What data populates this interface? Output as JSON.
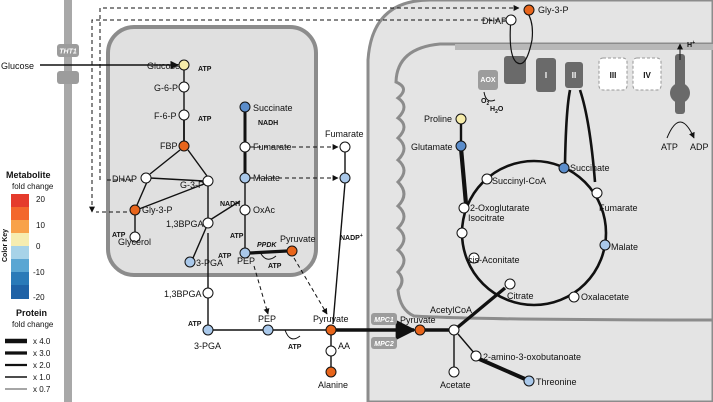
{
  "colors": {
    "up_strong": "#e8651b",
    "up_light": "#f6ecaa",
    "down": "#5b8dcb",
    "down_light": "#a9c8ea",
    "neutral": "#ffffff",
    "compartment_fill": "#d0d0d0",
    "inner_fill": "#e6e6e6",
    "complex_fill": "#6a6a6a"
  },
  "legend": {
    "metabolite_title": "Metabolite",
    "metabolite_sub": "fold change",
    "color_key": "Color Key",
    "ticks": [
      "20",
      "10",
      "0",
      "-10",
      "-20"
    ],
    "protein_title": "Protein",
    "protein_sub": "fold change",
    "widths": [
      "x 4.0",
      "x 3.0",
      "x 2.0",
      "x 1.0",
      "x 0.7"
    ]
  },
  "transporters": {
    "tht1": "THT1",
    "mpc1": "MPC1",
    "mpc2": "MPC2",
    "aox": "AOX"
  },
  "complexes": {
    "c1": "I",
    "c2": "II",
    "c3": "III",
    "c4": "IV"
  },
  "cofactors": {
    "atp": "ATP",
    "nadh": "NADH",
    "nadp": "NADP",
    "nadp_sup": "+",
    "ppdk": "PPDK",
    "adp": "ADP",
    "h_plus": "H",
    "h_sup": "+",
    "o2": "O",
    "o2_sub": "2",
    "h2o_h": "H",
    "h2o_sub": "2",
    "h2o_o": "O"
  },
  "metabolites": {
    "glucose_ext": "Glucose",
    "glucose": "Glucose",
    "g6p": "G-6-P",
    "f6p": "F-6-P",
    "fbp": "FBP",
    "dhap_plastid": "DHAP",
    "g3p_plastid": "G-3-P",
    "gly3p_plastid": "Gly-3-P",
    "glycerol": "Glycerol",
    "bpga_plastid": "1,3BPGA",
    "pga_plastid": "3-PGA",
    "succinate_gly": "Succinate",
    "fumarate_gly": "Fumarate",
    "malate_gly": "Malate",
    "oxac": "OxAc",
    "pep_gly": "PEP",
    "pyruvate_gly": "Pyruvate",
    "fumarate_cyt": "Fumarate",
    "dhap_top": "DHAP",
    "gly3p_top": "Gly-3-P",
    "bpga_cyt": "1,3BPGA",
    "pga_cyt": "3-PGA",
    "pep_cyt": "PEP",
    "pyruvate_cyt": "Pyruvate",
    "aa": "AA",
    "alanine": "Alanine",
    "pyruvate_mito": "Pyruvate",
    "acetylcoa": "AcetylCoA",
    "acetate": "Acetate",
    "threonine": "Threonine",
    "amino_oxo": "2-amino-3-oxobutanoate",
    "citrate": "Citrate",
    "cis_aconitate": "cis-Aconitate",
    "isocitrate": "Isocitrate",
    "oxoglutarate": "2-Oxoglutarate",
    "succinylcoa": "Succinyl-CoA",
    "succinate_tca": "Succinate",
    "fumarate_tca": "Fumarate",
    "malate_tca": "Malate",
    "oxaloacetate": "Oxalacetate",
    "glutamate": "Glutamate",
    "proline": "Proline"
  }
}
